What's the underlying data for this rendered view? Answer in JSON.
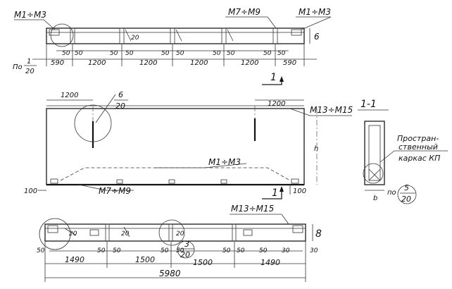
{
  "top_elevation": {
    "mark_left": "M1÷M3",
    "mark_mid": "M7÷M9",
    "mark_right": "M1÷M3",
    "height": "6",
    "small_label": "20",
    "ref_prefix": "По",
    "ref_num": "1",
    "ref_den": "20",
    "dims": [
      "590",
      "1200",
      "1200",
      "1200",
      "1200",
      "590"
    ],
    "offsets": [
      "50",
      "50",
      "50",
      "50",
      "50",
      "50",
      "50",
      "50",
      "50",
      "50"
    ]
  },
  "section_marker": {
    "top": "1",
    "bottom": "1"
  },
  "plan": {
    "dim_left": "1200",
    "dim_right": "1200",
    "callout_num": "6",
    "callout_den": "20",
    "mark_top": "M13÷M15",
    "mark_mid": "M1÷M3",
    "mark_bottom": "M7÷M9",
    "dim_100": "100",
    "dim_100_right": "100",
    "side": "h"
  },
  "section_view": {
    "title": "1-1",
    "frame_label": [
      "Простран-",
      "ственный",
      "каркас КП"
    ],
    "dim_b": "b",
    "ref_prefix": "по",
    "ref_num": "5",
    "ref_den": "20"
  },
  "bottom_elevation": {
    "mark": "M13÷M15",
    "height": "8",
    "small_labels": [
      "20",
      "20",
      "20"
    ],
    "callout_num": "3",
    "callout_den": "20",
    "dims": [
      "1490",
      "1500",
      "1500",
      "1490"
    ],
    "offsets": [
      "50",
      "50",
      "50",
      "50",
      "50",
      "50",
      "50",
      "50",
      "30",
      "30"
    ],
    "total": "5980"
  }
}
